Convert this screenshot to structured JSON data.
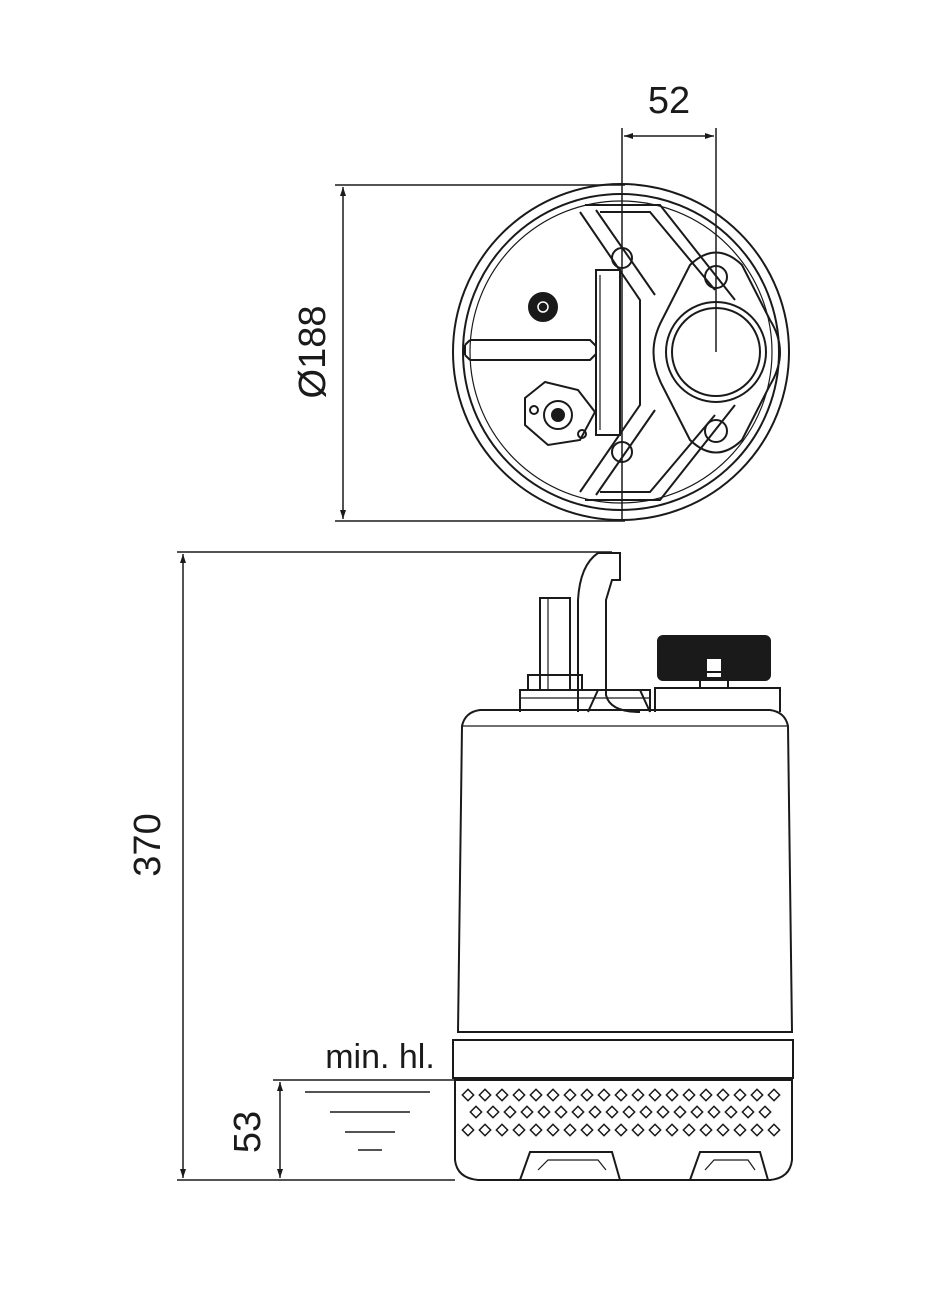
{
  "dimensions": {
    "outlet_offset": "52",
    "diameter": "Ø188",
    "height": "370",
    "min_level": "53"
  },
  "labels": {
    "min_level_label": "min. hl."
  },
  "colors": {
    "line": "#1a1a1a",
    "background": "#ffffff"
  }
}
